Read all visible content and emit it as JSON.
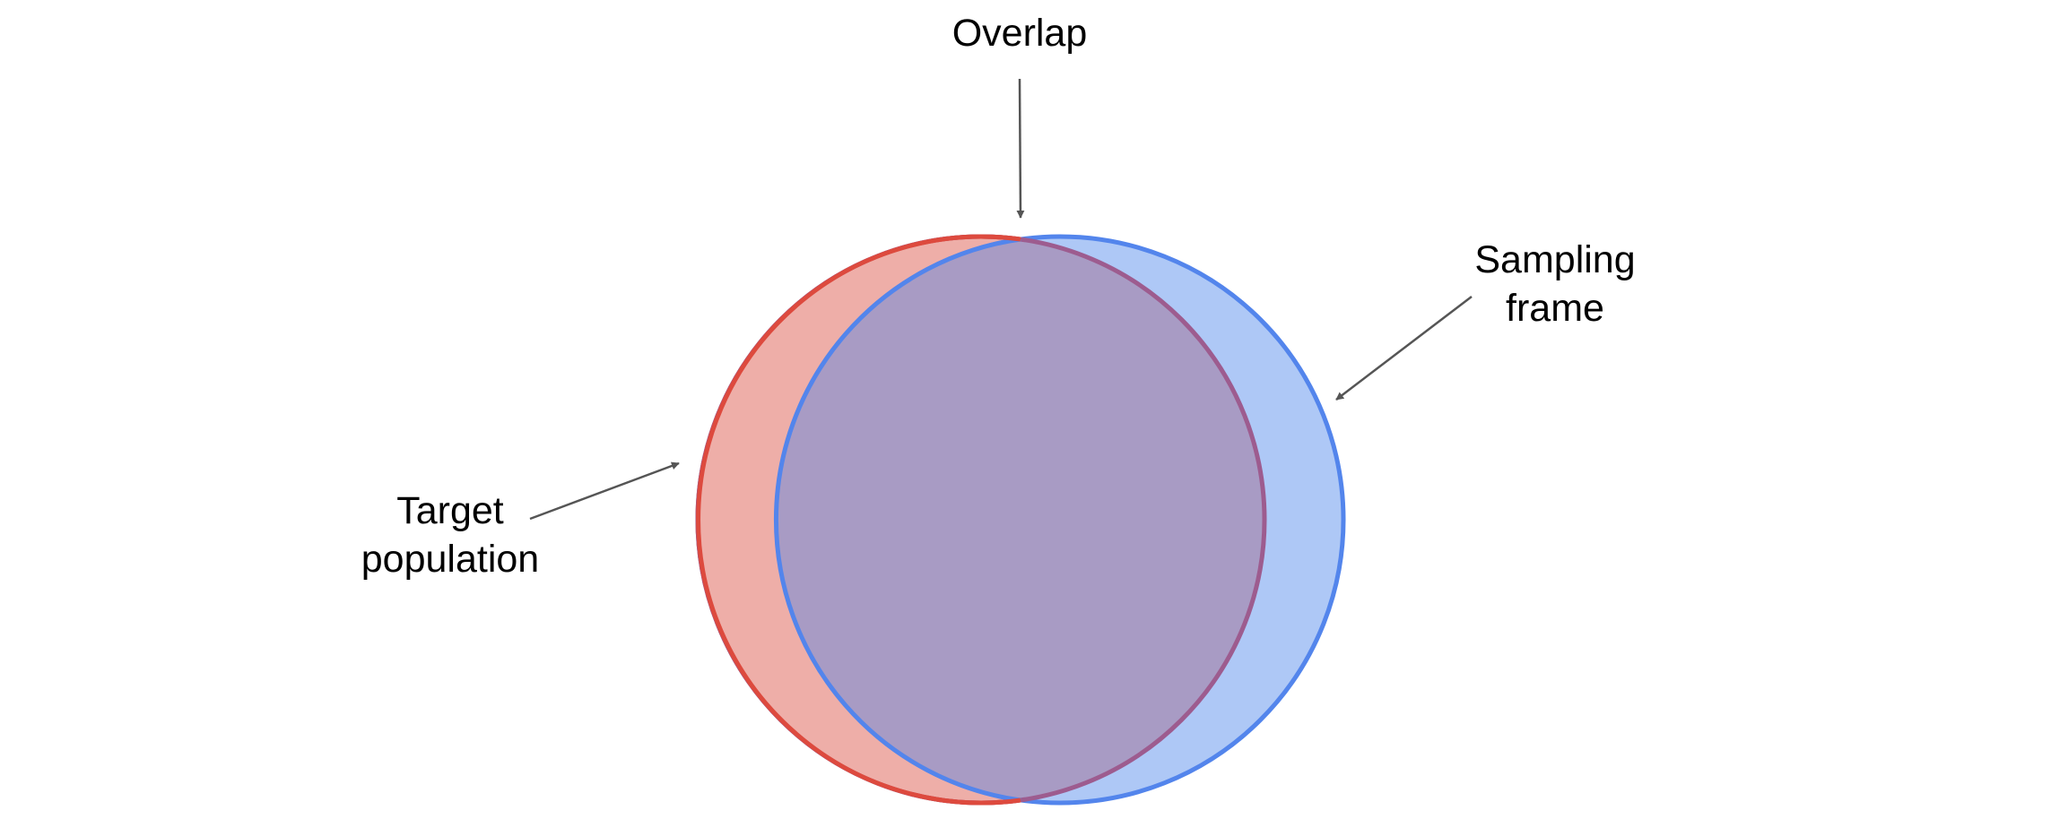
{
  "labels": {
    "overlap": "Overlap",
    "sampling_frame_line1": "Sampling",
    "sampling_frame_line2": "frame",
    "target_population_line1": "Target",
    "target_population_line2": "population"
  },
  "colors": {
    "target_fill": "#eeaea8",
    "target_stroke": "#dd4a3e",
    "frame_fill": "#aec8f6",
    "frame_stroke": "#5385ec",
    "overlap_fill": "#a89bc4",
    "overlap_stroke": "#9d5c8f",
    "arrow": "#555555",
    "text": "#000000"
  }
}
